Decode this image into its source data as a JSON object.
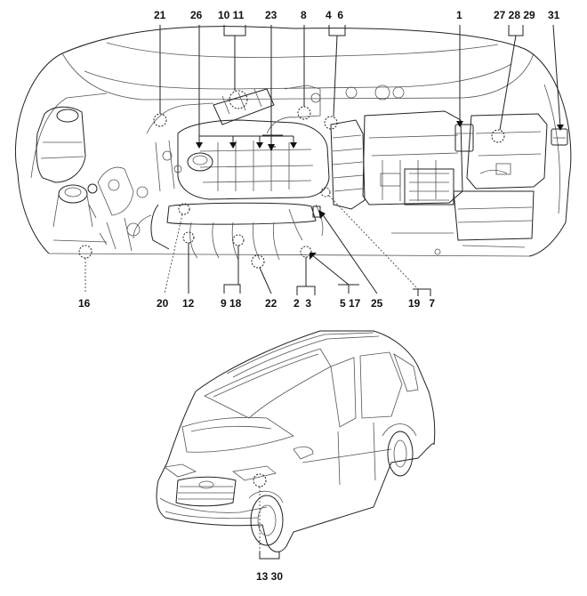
{
  "callouts": {
    "c21": "21",
    "c26": "26",
    "c10_11": "10 11",
    "c23": "23",
    "c8": "8",
    "c4_6": "4  6",
    "c1": "1",
    "c27_29": "27 28 29",
    "c31": "31",
    "c16": "16",
    "c20": "20",
    "c12": "12",
    "c9_18": "9 18",
    "c22": "22",
    "c2_3": "2  3",
    "c5_17": "5 17",
    "c25": "25",
    "c19_7": "19   7",
    "c13_30": "13 30"
  }
}
